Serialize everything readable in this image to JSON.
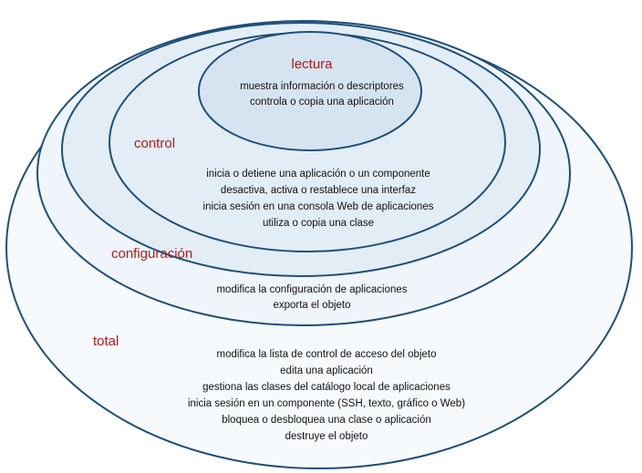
{
  "colors": {
    "outline": "#1f4f7a",
    "label": "#b21a1a",
    "text": "#111111",
    "fill_outer": "#f7fafd",
    "fill_mid": "#eff5fa",
    "fill_inner": "#e3edf6",
    "fill_core": "#d6e4f1"
  },
  "levels": [
    {
      "id": "total",
      "label": "total",
      "items": [
        "modifica la lista de control de acceso del objeto",
        "edita una aplicación",
        "gestiona las clases del catálogo local de aplicaciones",
        "inicia sesión en un componente (SSH, texto, gráfico o Web)",
        "bloquea o desbloquea una clase o aplicación",
        "destruye el objeto"
      ]
    },
    {
      "id": "configuracion",
      "label": "configuración",
      "items": [
        "modifica la configuración de aplicaciones",
        "exporta el objeto"
      ]
    },
    {
      "id": "control",
      "label": "control",
      "items": [
        "inicia o detiene una aplicación o un componente",
        "desactiva, activa o restablece una interfaz",
        "inicia sesión en una consola Web de aplicaciones",
        "utiliza o copia una clase"
      ]
    },
    {
      "id": "lectura",
      "label": "lectura",
      "items": [
        "muestra información o descriptores",
        "controla o copia una aplicación"
      ]
    }
  ]
}
